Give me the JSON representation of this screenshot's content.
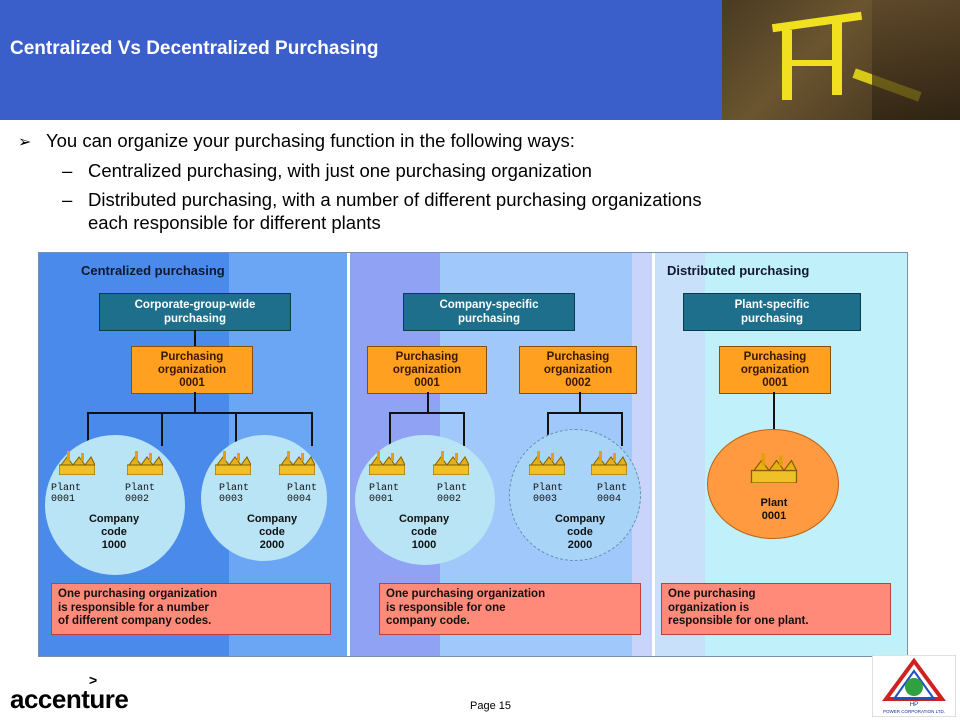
{
  "header": {
    "title": "Centralized Vs Decentralized Purchasing"
  },
  "bullets": {
    "main": "You can organize your purchasing function in the following ways:",
    "sub1": "Centralized purchasing, with just one purchasing organization",
    "sub2_line1": "Distributed purchasing, with a number of different purchasing organizations",
    "sub2_line2": "each responsible for different plants",
    "dash": "–"
  },
  "diagram": {
    "centralized": {
      "section_title": "Centralized purchasing",
      "top_box_line1": "Corporate-group-wide",
      "top_box_line2": "purchasing",
      "org_line1": "Purchasing",
      "org_line2": "organization",
      "org_line3": "0001",
      "plants": [
        {
          "label": "Plant",
          "code": "0001"
        },
        {
          "label": "Plant",
          "code": "0002"
        },
        {
          "label": "Plant",
          "code": "0003"
        },
        {
          "label": "Plant",
          "code": "0004"
        }
      ],
      "company_codes": [
        {
          "line1": "Company",
          "line2": "code",
          "line3": "1000"
        },
        {
          "line1": "Company",
          "line2": "code",
          "line3": "2000"
        }
      ],
      "note_line1": "One purchasing organization",
      "note_line2": "is responsible for a number",
      "note_line3": "of different company codes."
    },
    "company_specific": {
      "top_box_line1": "Company-specific",
      "top_box_line2": "purchasing",
      "orgs": [
        {
          "line1": "Purchasing",
          "line2": "organization",
          "line3": "0001"
        },
        {
          "line1": "Purchasing",
          "line2": "organization",
          "line3": "0002"
        }
      ],
      "plants": [
        {
          "label": "Plant",
          "code": "0001"
        },
        {
          "label": "Plant",
          "code": "0002"
        },
        {
          "label": "Plant",
          "code": "0003"
        },
        {
          "label": "Plant",
          "code": "0004"
        }
      ],
      "company_codes": [
        {
          "line1": "Company",
          "line2": "code",
          "line3": "1000"
        },
        {
          "line1": "Company",
          "line2": "code",
          "line3": "2000"
        }
      ],
      "note_line1": "One purchasing organization",
      "note_line2": "is responsible for one",
      "note_line3": "company code."
    },
    "distributed": {
      "section_title": "Distributed purchasing",
      "top_box_line1": "Plant-specific",
      "top_box_line2": "purchasing",
      "org_line1": "Purchasing",
      "org_line2": "organization",
      "org_line3": "0001",
      "plant_line1": "Plant",
      "plant_line2": "0001",
      "note_line1": "One purchasing",
      "note_line2": "organization is",
      "note_line3": "responsible for one plant."
    }
  },
  "footer": {
    "brand": "accenture",
    "brand_mark": ">",
    "page": "Page 15",
    "logo_text_line1": "HP",
    "logo_text_line2": "POWER CORPORATION LTD."
  },
  "colors": {
    "header_blue": "#3a5fcb",
    "panel_blue": "#5e9cf0",
    "teal_box": "#1d6f8c",
    "orange_box": "#ffa020",
    "note_red": "#ff8a7a",
    "circle_blue": "#b8e4f6",
    "plant_orange": "#ff9a40"
  }
}
